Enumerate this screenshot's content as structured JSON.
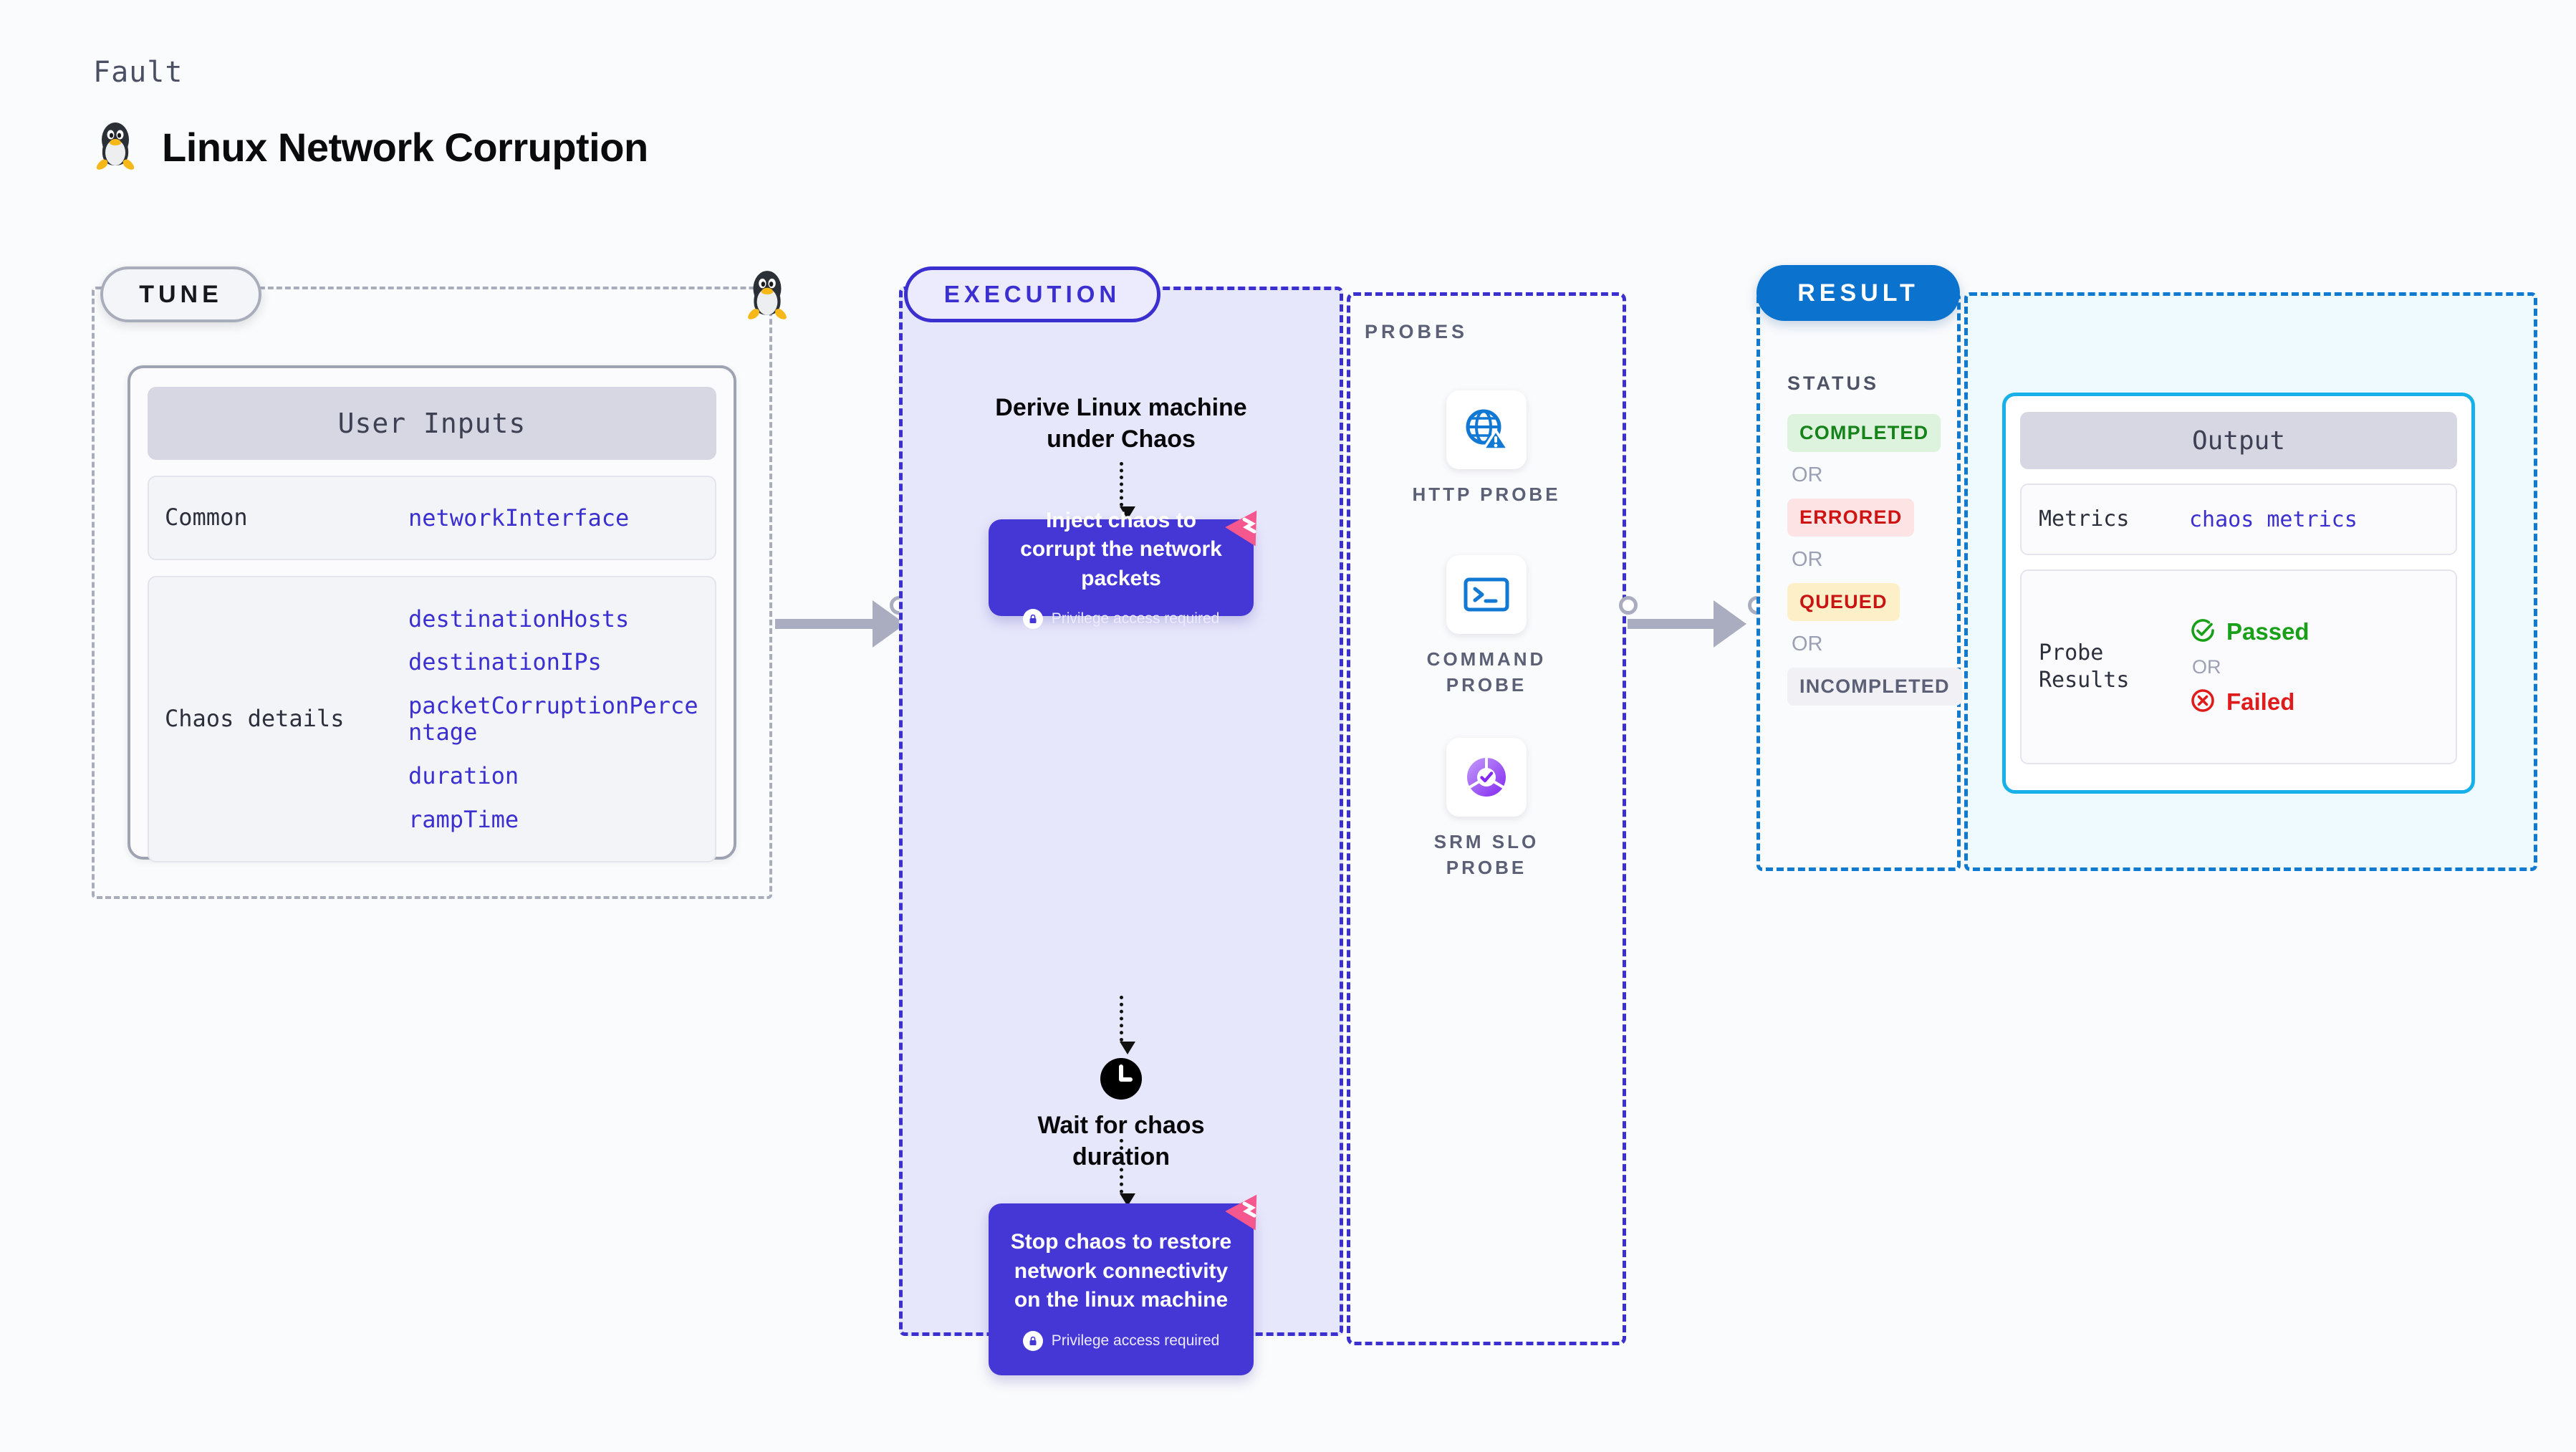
{
  "header": {
    "kicker": "Fault",
    "title": "Linux Network Corruption",
    "icon": "linux-penguin-icon"
  },
  "tune": {
    "badge": "TUNE",
    "penguin_icon": "linux-penguin-icon",
    "card": {
      "header": "User Inputs",
      "rows": [
        {
          "label": "Common",
          "values": [
            "networkInterface"
          ]
        },
        {
          "label": "Chaos details",
          "values": [
            "destinationHosts",
            "destinationIPs",
            "packetCorruptionPercentage",
            "duration",
            "rampTime"
          ]
        }
      ]
    }
  },
  "execution": {
    "badge": "EXECUTION",
    "steps": {
      "derive": "Derive Linux machine\nunder Chaos",
      "inject_title": "Inject chaos to corrupt the network packets",
      "inject_privilege": "Privilege access required",
      "wait": "Wait for chaos\nduration",
      "stop_title": "Stop chaos to restore network connectivity on the linux machine",
      "stop_privilege": "Privilege access required"
    },
    "icons": {
      "clock": "clock-icon",
      "lock": "lock-icon",
      "litmus": "litmus-chaos-icon"
    }
  },
  "probes": {
    "label": "PROBES",
    "items": [
      {
        "name": "HTTP PROBE",
        "icon": "globe-warning-icon"
      },
      {
        "name": "COMMAND\nPROBE",
        "icon": "terminal-icon"
      },
      {
        "name": "SRM SLO\nPROBE",
        "icon": "slo-donut-check-icon"
      }
    ]
  },
  "result": {
    "badge": "RESULT",
    "status_label": "STATUS",
    "or": "OR",
    "statuses": [
      {
        "text": "COMPLETED",
        "variant": "completed"
      },
      {
        "text": "ERRORED",
        "variant": "errored"
      },
      {
        "text": "QUEUED",
        "variant": "queued"
      },
      {
        "text": "INCOMPLETED",
        "variant": "incomplete"
      }
    ]
  },
  "output": {
    "card_header": "Output",
    "metrics_label": "Metrics",
    "metrics_value": "chaos metrics",
    "probe_results_label": "Probe Results",
    "probe_passed": "Passed",
    "probe_failed": "Failed",
    "or": "OR",
    "icons": {
      "passed": "check-circle-icon",
      "failed": "x-circle-icon"
    }
  },
  "colors": {
    "accent_purple": "#3b2fd0",
    "node_purple": "#4437d6",
    "result_blue": "#0b72ce",
    "output_cyan": "#18b0e8",
    "litmus_pink": "#f4588f",
    "success_green": "#18a019",
    "error_red": "#e01b1b",
    "warning_yellow": "#fdf0c8",
    "neutral_gray": "#aaadbf"
  }
}
